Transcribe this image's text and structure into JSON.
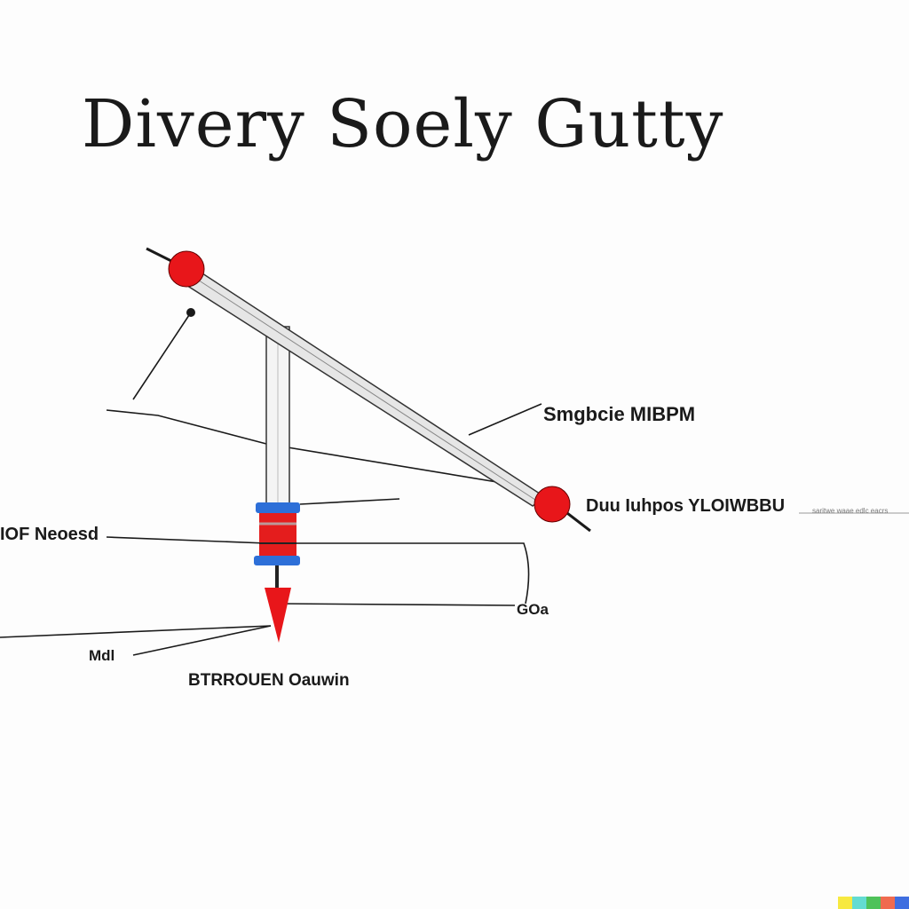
{
  "title": "Divery Soely Gutty",
  "labels": {
    "arm": "Smgbcie MIBPM",
    "pivot": "Duu Iuhpos YLOIWBBU",
    "pivot_fine": "saritwe waae edlc eacrs",
    "coil": "IOF Neoesd",
    "tip_right": "GOa",
    "tip_left": "Mdl",
    "bottom": "BTRROUEN Oauwin"
  },
  "colors": {
    "ball": "#e8161a",
    "coil_red": "#e41d1d",
    "coil_blue": "#2d6fd8",
    "ink": "#1a1a1a"
  },
  "watermark": [
    "#f7e940",
    "#63dcd2",
    "#4fc25a",
    "#f06b4f",
    "#3f6ee0"
  ]
}
